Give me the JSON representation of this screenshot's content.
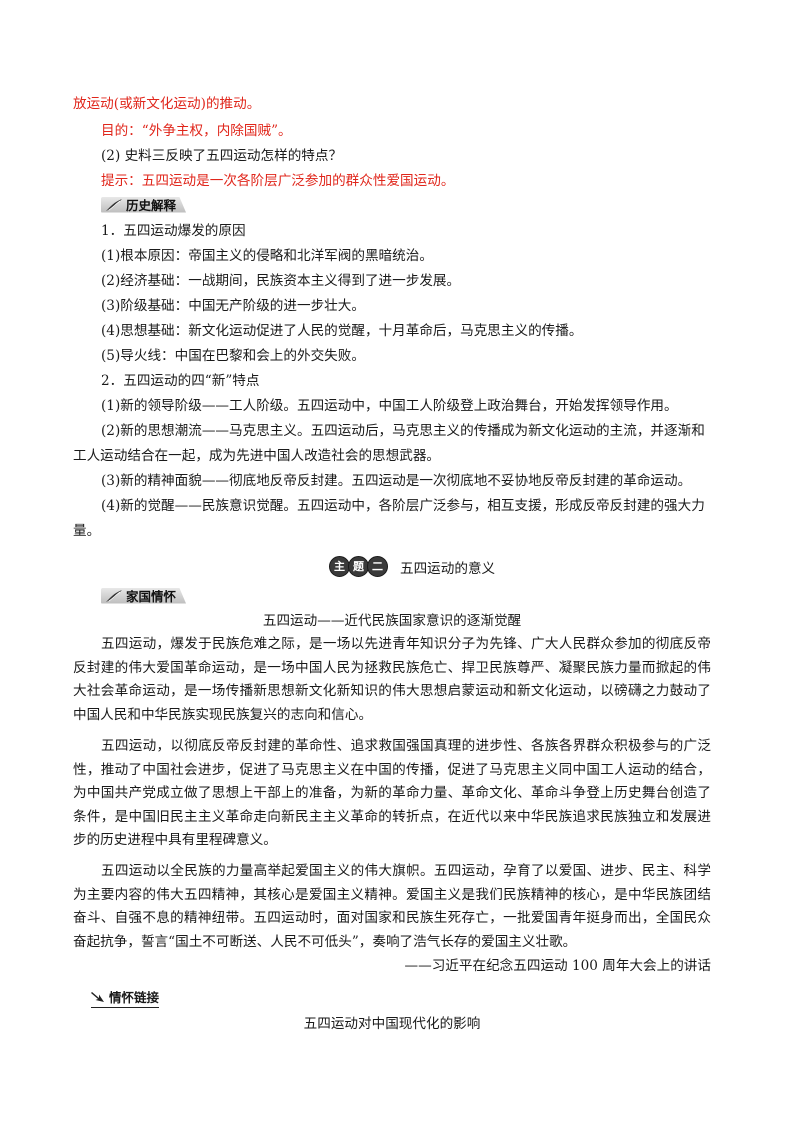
{
  "top": {
    "line1": "放运动(或新文化运动)的推动。",
    "line2": "目的：“外争主权，内除国贼”。",
    "line3": "(2) 史料三反映了五四运动怎样的特点？",
    "line4": "提示：五四运动是一次各阶层广泛参加的群众性爱国运动。"
  },
  "section_history": {
    "badge": "历史解释",
    "items": [
      "1．五四运动爆发的原因",
      "(1)根本原因：帝国主义的侵略和北洋军阀的黑暗统治。",
      "(2)经济基础：一战期间，民族资本主义得到了进一步发展。",
      "(3)阶级基础：中国无产阶级的进一步壮大。",
      "(4)思想基础：新文化运动促进了人民的觉醒，十月革命后，马克思主义的传播。",
      "(5)导火线：中国在巴黎和会上的外交失败。",
      "2．五四运动的四“新”特点",
      "(1)新的领导阶级——工人阶级。五四运动中，中国工人阶级登上政治舞台，开始发挥领导作用。",
      "(2)新的思想潮流——马克思主义。五四运动后，马克思主义的传播成为新文化运动的主流，并逐渐和",
      "工人运动结合在一起，成为先进中国人改造社会的思想武器。",
      "(3)新的精神面貌——彻底地反帝反封建。五四运动是一次彻底地不妥协地反帝反封建的革命运动。",
      "(4)新的觉醒——民族意识觉醒。五四运动中，各阶层广泛参与，相互支援，形成反帝反封建的强大力",
      "量。"
    ]
  },
  "theme2": {
    "seal_chars": [
      "主",
      "题",
      "二"
    ],
    "title": "五四运动的意义"
  },
  "section_homeland": {
    "badge": "家国情怀",
    "article_title": "五四运动——近代民族国家意识的逐渐觉醒",
    "paragraphs": [
      "五四运动，爆发于民族危难之际，是一场以先进青年知识分子为先锋、广大人民群众参加的彻底反帝反封建的伟大爱国革命运动，是一场中国人民为拯救民族危亡、捍卫民族尊严、凝聚民族力量而掀起的伟大社会革命运动，是一场传播新思想新文化新知识的伟大思想启蒙运动和新文化运动，以磅礴之力鼓动了中国人民和中华民族实现民族复兴的志向和信心。",
      "五四运动，以彻底反帝反封建的革命性、追求救国强国真理的进步性、各族各界群众积极参与的广泛性，推动了中国社会进步，促进了马克思主义在中国的传播，促进了马克思主义同中国工人运动的结合，为中国共产党成立做了思想上干部上的准备，为新的革命力量、革命文化、革命斗争登上历史舞台创造了条件，是中国旧民主主义革命走向新民主主义革命的转折点，在近代以来中华民族追求民族独立和发展进步的历史进程中具有里程碑意义。",
      "五四运动以全民族的力量高举起爱国主义的伟大旗帜。五四运动，孕育了以爱国、进步、民主、科学为主要内容的伟大五四精神，其核心是爱国主义精神。爱国主义是我们民族精神的核心，是中华民族团结奋斗、自强不息的精神纽带。五四运动时，面对国家和民族生死存亡，一批爱国青年挺身而出，全国民众奋起抗争，誓言“国土不可断送、人民不可低头”，奏响了浩气长存的爱国主义壮歌。"
    ],
    "source": "——习近平在纪念五四运动 100 周年大会上的讲话"
  },
  "section_link": {
    "badge": "情怀链接",
    "title": "五四运动对中国现代化的影响"
  }
}
